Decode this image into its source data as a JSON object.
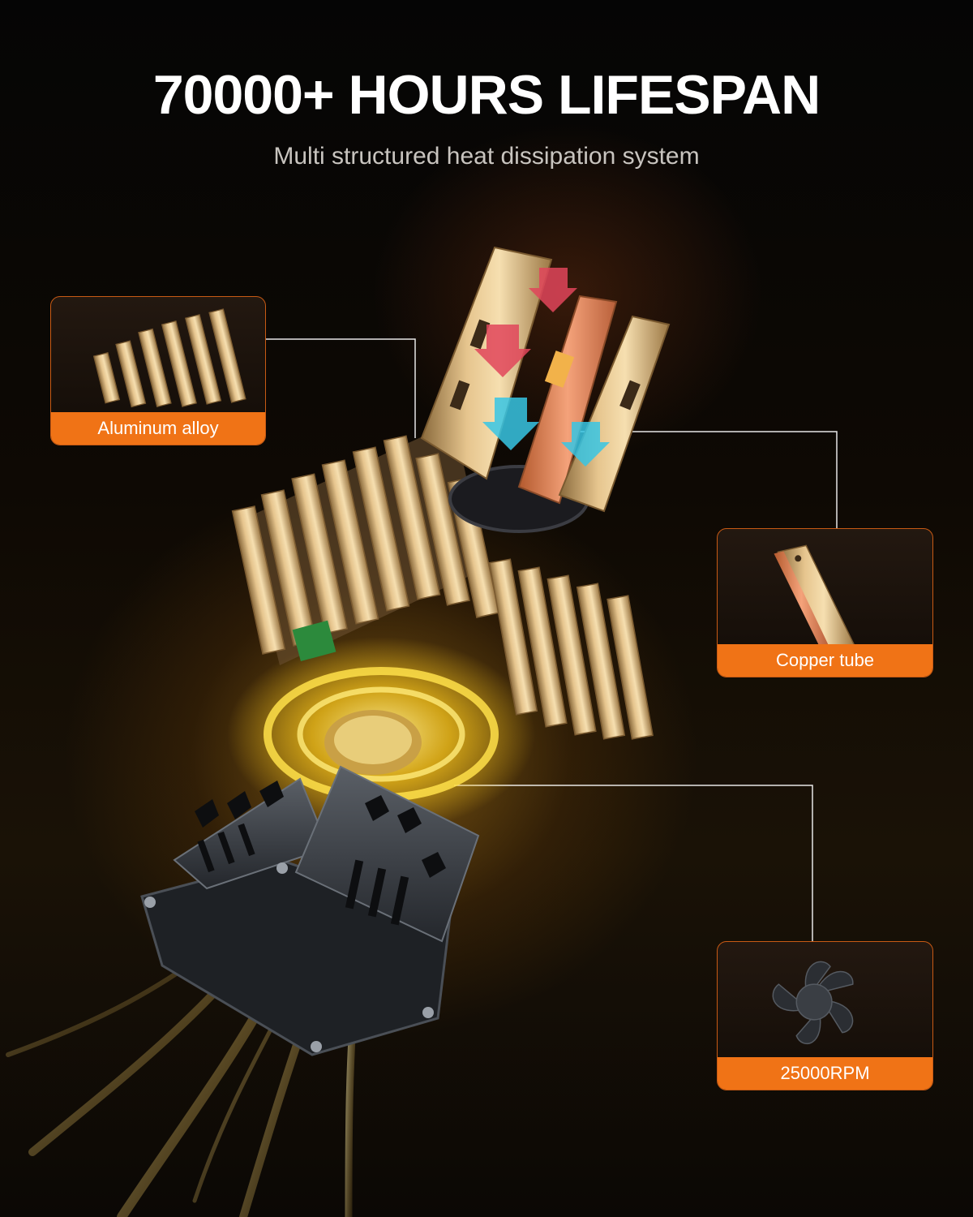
{
  "headline": "70000+ HOURS LIFESPAN",
  "subheadline": "Multi structured heat dissipation system",
  "callouts": [
    {
      "label": "Aluminum alloy",
      "icon": "aluminum-heatsink-icon"
    },
    {
      "label": "Copper tube",
      "icon": "copper-tube-icon"
    },
    {
      "label": "25000RPM",
      "icon": "cooling-fan-icon"
    }
  ],
  "colors": {
    "accent": "#f07316",
    "background": "#0b0805",
    "heatsink_gold": "#d9b47a",
    "copper": "#e8875a",
    "fan_glow": "#f4c21a",
    "heat_arrow_red": "#e0455a",
    "cool_arrow_cyan": "#37c6e4"
  }
}
